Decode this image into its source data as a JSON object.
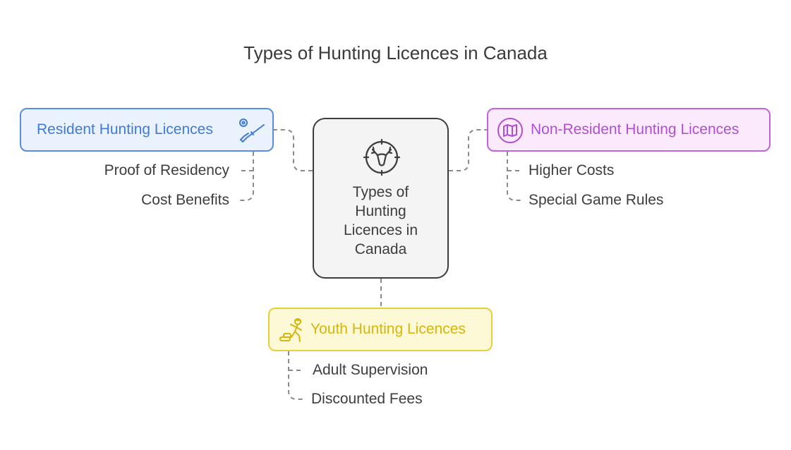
{
  "title": "Types of Hunting Licences in Canada",
  "center": {
    "lines": [
      "Types of",
      "Hunting",
      "Licences in",
      "Canada"
    ],
    "icon": "deer-crosshair-icon"
  },
  "branches": [
    {
      "label": "Resident Hunting Licences",
      "icon": "rifle-target-icon",
      "color": "#3f7bd8",
      "items": [
        "Proof of Residency",
        "Cost Benefits"
      ]
    },
    {
      "label": "Non-Resident Hunting Licences",
      "icon": "map-icon",
      "color": "#b04fd1",
      "items": [
        "Higher Costs",
        "Special Game Rules"
      ]
    },
    {
      "label": "Youth Hunting Licences",
      "icon": "hunter-child-icon",
      "color": "#d6b60c",
      "items": [
        "Adult Supervision",
        "Discounted Fees"
      ]
    }
  ]
}
